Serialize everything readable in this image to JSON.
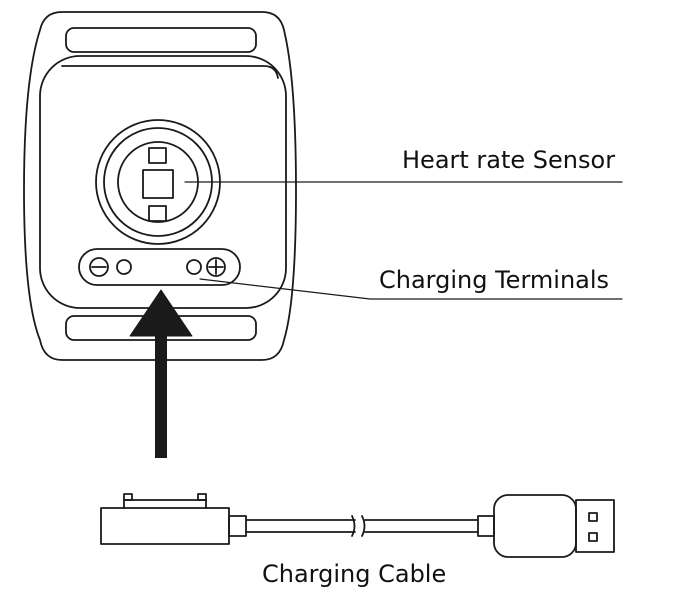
{
  "labels": {
    "heart_rate_sensor": "Heart rate Sensor",
    "charging_terminals": "Charging Terminals",
    "charging_cable": "Charging Cable"
  },
  "colors": {
    "line": "#1a1a1a",
    "background": "#ffffff"
  }
}
